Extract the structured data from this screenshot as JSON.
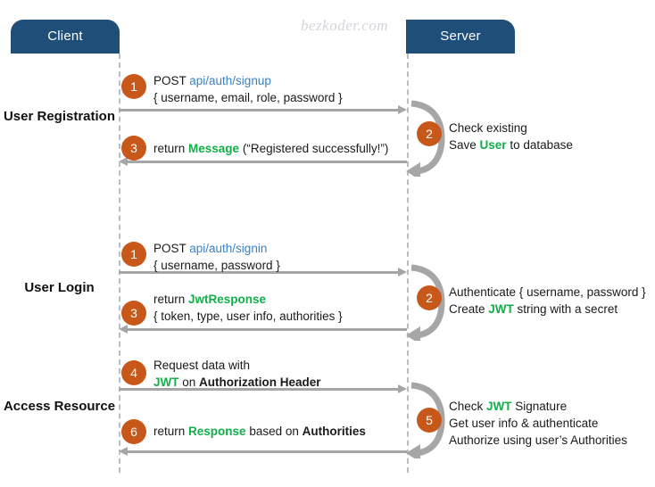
{
  "watermark": "bezkoder.com",
  "actors": {
    "client": "Client",
    "server": "Server"
  },
  "colors": {
    "actor_box": "#1F4E79",
    "badge": "#C8581A",
    "arrow": "#a6a6a6",
    "lifeline": "#b6bfc9",
    "accent_blue": "#3a82c4",
    "accent_green": "#12AE4A",
    "watermark": "#d2d6da"
  },
  "sections": [
    {
      "id": "registration",
      "label_line1": "User",
      "label_line2": "Registration"
    },
    {
      "id": "login",
      "label_line1": "User",
      "label_line2": "Login"
    },
    {
      "id": "access",
      "label_line1": "Access",
      "label_line2": "Resource"
    }
  ],
  "steps": {
    "signup_request": {
      "number": "1",
      "line1_a": "POST ",
      "line1_b": "api/auth/signup",
      "line2": "{ username, email, role, password }"
    },
    "signup_response": {
      "number": "3",
      "line1_a": "return ",
      "line1_b": "Message",
      "line1_c": " (“Registered successfully!”)"
    },
    "server_register": {
      "number": "2",
      "line1": "Check existing",
      "line2_a": "Save ",
      "line2_b": "User",
      "line2_c": " to database"
    },
    "signin_request": {
      "number": "1",
      "line1_a": "POST ",
      "line1_b": "api/auth/signin",
      "line2": "{ username, password }"
    },
    "signin_response": {
      "number": "3",
      "line1_a": "return ",
      "line1_b": "JwtResponse",
      "line2": "{ token, type, user info, authorities }"
    },
    "server_login": {
      "number": "2",
      "line1": "Authenticate { username, password }",
      "line2_a": "Create ",
      "line2_b": "JWT",
      "line2_c": " string with a secret"
    },
    "resource_request": {
      "number": "4",
      "line1": "Request  data with",
      "line2_a": "JWT",
      "line2_b": " on ",
      "line2_c": "Authorization Header"
    },
    "resource_response": {
      "number": "6",
      "line1_a": "return ",
      "line1_b": "Response",
      "line1_c": " based on ",
      "line1_d": "Authorities"
    },
    "server_access": {
      "number": "5",
      "line1_a": "Check ",
      "line1_b": "JWT",
      "line1_c": " Signature",
      "line2": "Get user info & authenticate",
      "line3": "Authorize using user’s Authorities"
    }
  }
}
